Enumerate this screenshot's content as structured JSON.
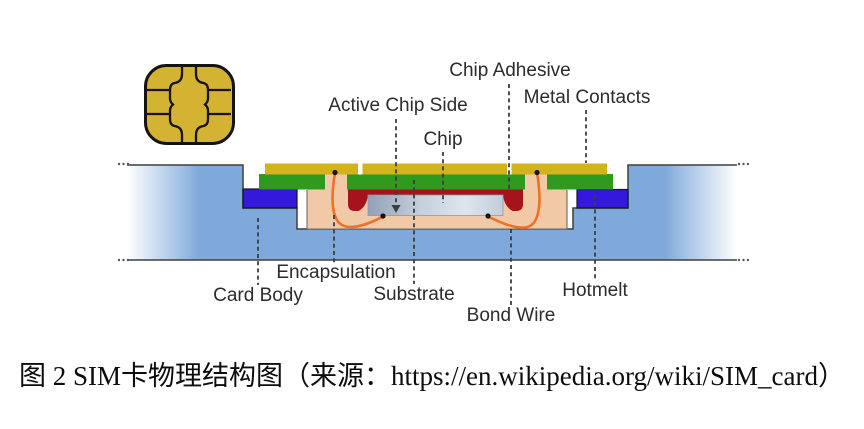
{
  "figure": {
    "icons": {
      "sim_chip": "sim-chip-contact-pad-icon"
    },
    "diagram_labels": {
      "chip_adhesive": "Chip Adhesive",
      "metal_contacts": "Metal Contacts",
      "active_chip_side": "Active Chip Side",
      "chip": "Chip",
      "encapsulation": "Encapsulation",
      "card_body": "Card Body",
      "substrate": "Substrate",
      "bond_wire": "Bond Wire",
      "hotmelt": "Hotmelt"
    },
    "caption": "图 2 SIM卡物理结构图（来源：https://en.wikipedia.org/wiki/SIM_card）",
    "colors": {
      "card_body_blue": "#7fa8db",
      "hotmelt_blue": "#3418dd",
      "substrate_green": "#2f9a1e",
      "metal_contacts_gold": "#d2b31d",
      "chip_adhesive_red": "#a5131c",
      "encapsulation_peach": "#f2c9a7",
      "bond_wire_orange": "#ef7125",
      "sim_icon_gold": "#d4b232"
    }
  }
}
